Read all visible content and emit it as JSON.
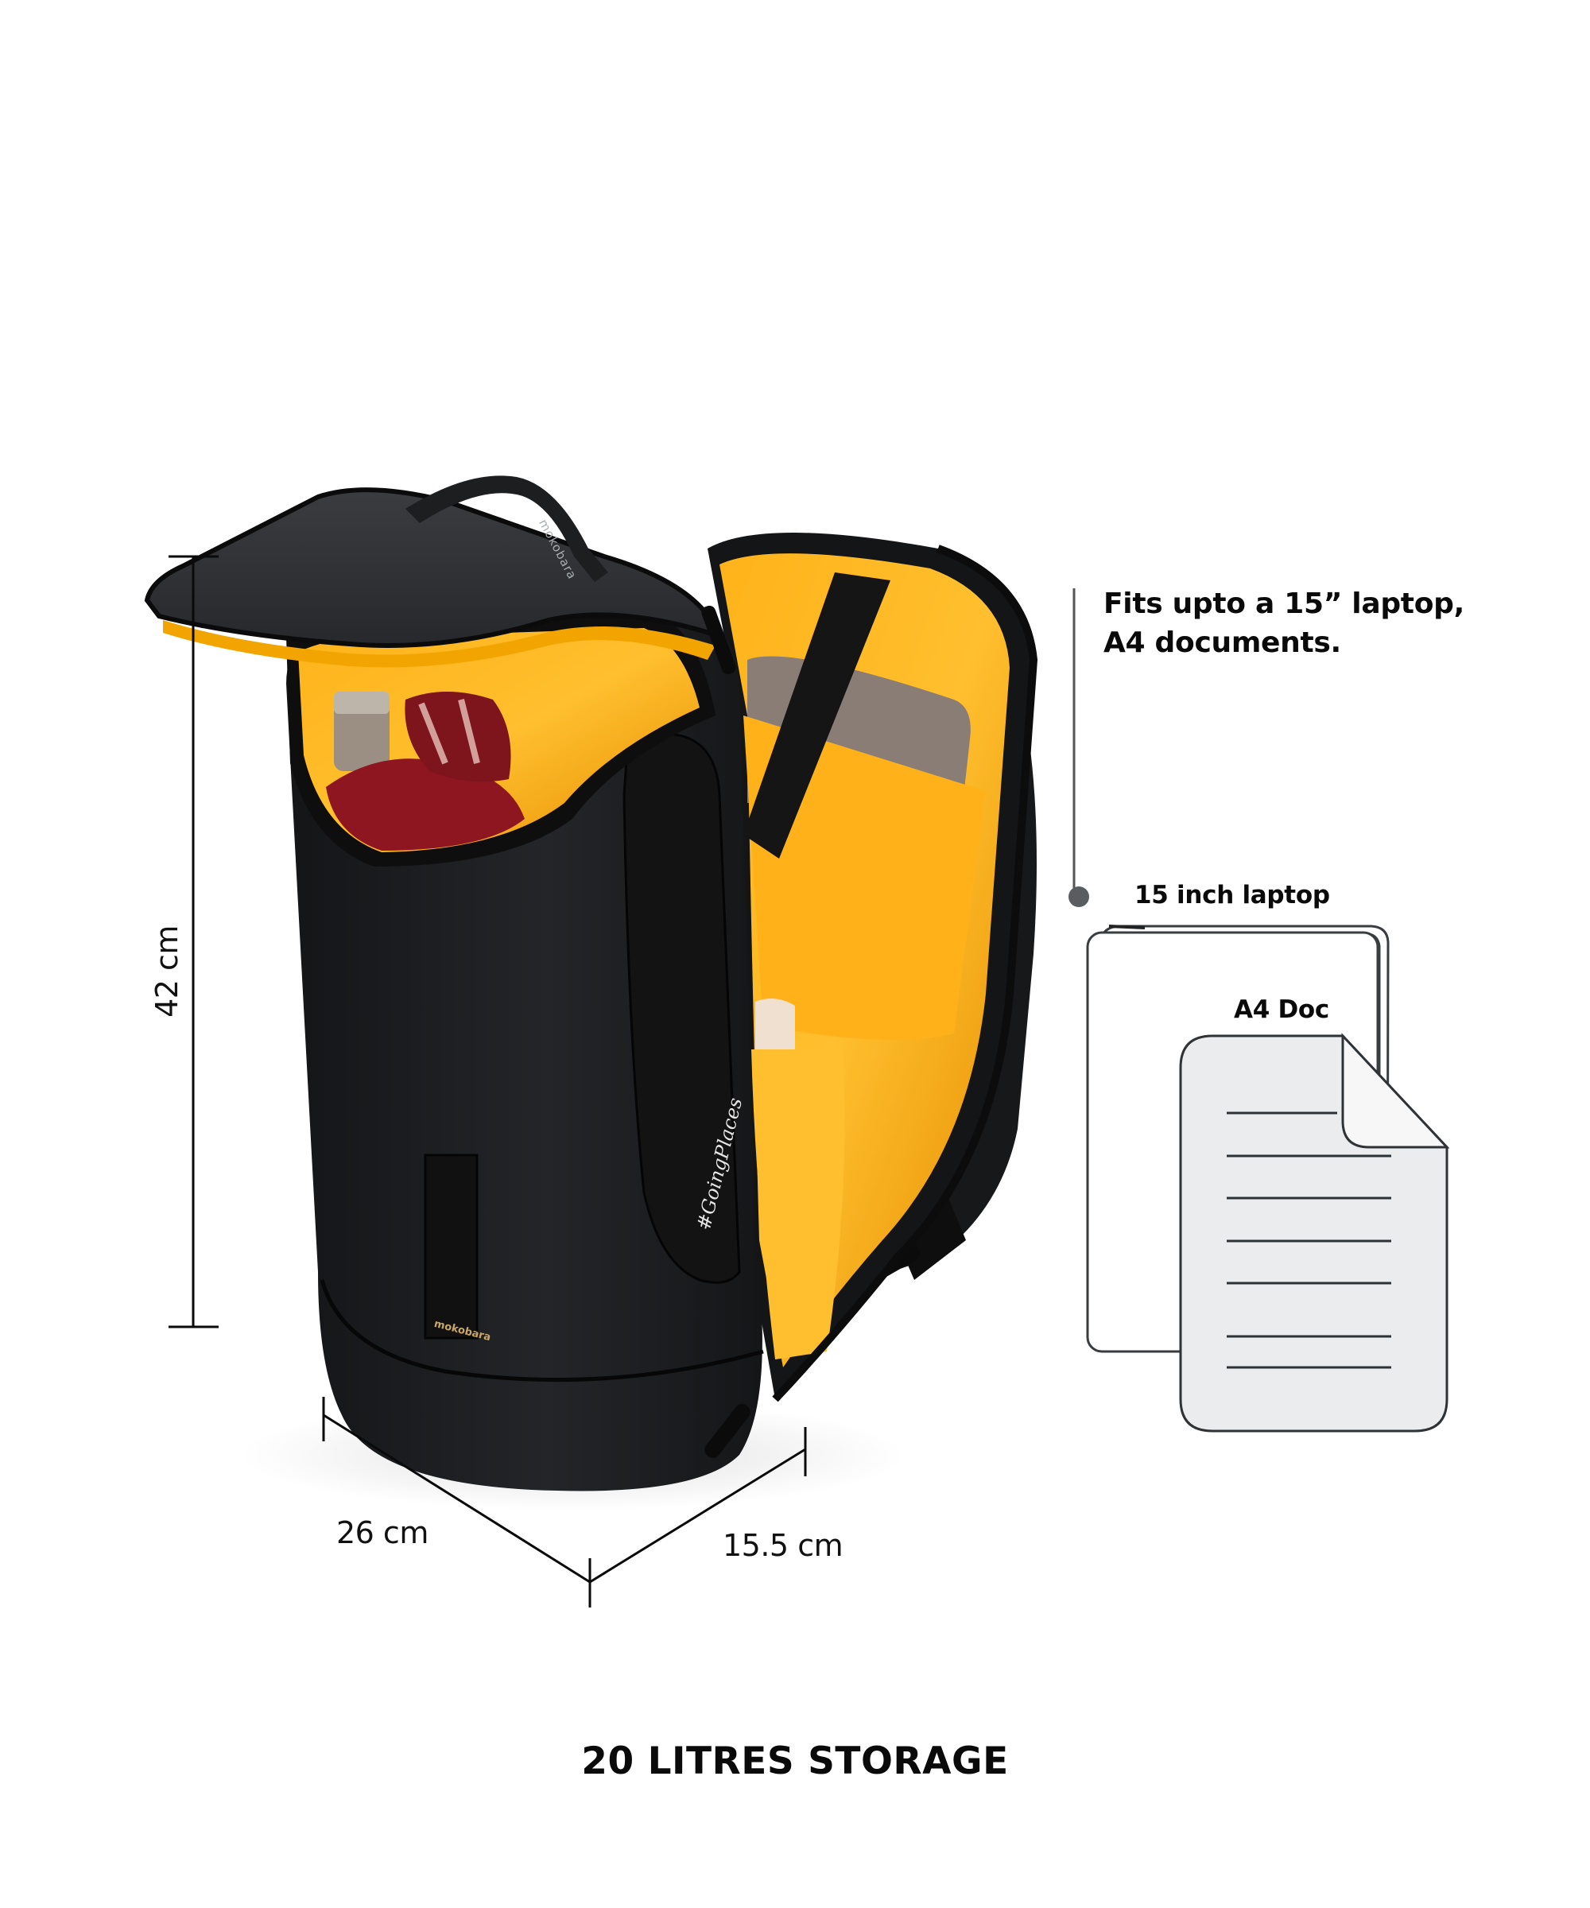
{
  "product": {
    "brand": "mokobara",
    "tagline": "#GoingPlaces",
    "colors": {
      "body": "#1b1c1e",
      "body_highlight": "#2c2e31",
      "lining": "#f5a300",
      "lining_light": "#ffbf2e",
      "lining_dark": "#d98300",
      "contents_red": "#8e1620",
      "laptop_grey": "#7a6f6a",
      "logo_gold": "#c9a766"
    }
  },
  "dimensions": {
    "height": "42 cm",
    "width": "26 cm",
    "depth": "15.5 cm"
  },
  "callout": {
    "line1": "Fits upto a 15” laptop,",
    "line2": "A4 documents."
  },
  "icons": {
    "laptop": {
      "label": "15 inch laptop",
      "icon": "laptop-outline-icon"
    },
    "document": {
      "label": "A4 Doc",
      "icon": "document-page-icon",
      "lines": 7
    }
  },
  "footer": {
    "title": "20 LITRES STORAGE"
  }
}
